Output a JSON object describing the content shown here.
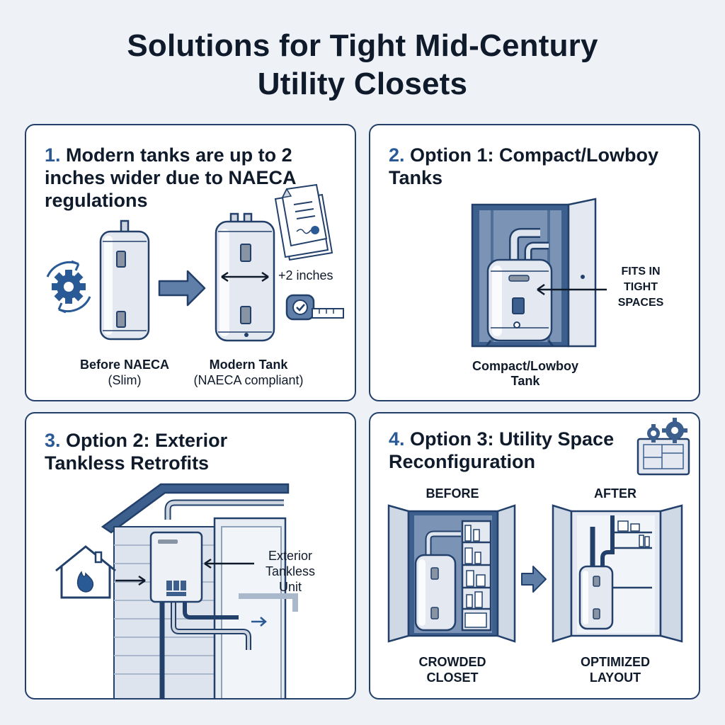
{
  "title": {
    "line1": "Solutions for Tight Mid-Century",
    "line2": "Utility Closets"
  },
  "panels": [
    {
      "number": "1.",
      "heading_lines": [
        "Modern tanks are up to 2",
        "inches wider due to NAECA",
        "regulations"
      ],
      "before_label": "Before NAECA",
      "before_sub": "(Slim)",
      "after_label": "Modern Tank",
      "after_sub": "(NAECA compliant)",
      "width_callout": "+2 inches"
    },
    {
      "number": "2.",
      "heading_lines": [
        "Option 1: Compact/Lowboy",
        "Tanks"
      ],
      "callout_lines": [
        "FITS IN",
        "TIGHT",
        "SPACES"
      ],
      "tank_label_lines": [
        "Compact/Lowboy",
        "Tank"
      ]
    },
    {
      "number": "3.",
      "heading_lines": [
        "Option 2: Exterior",
        "Tankless Retrofits"
      ],
      "callout_lines": [
        "Exterior",
        "Tankless",
        "Unit"
      ]
    },
    {
      "number": "4.",
      "heading_lines": [
        "Option 3: Utility Space",
        "Reconfiguration"
      ],
      "before_label": "BEFORE",
      "after_label": "AFTER",
      "before_caption_lines": [
        "CROWDED",
        "CLOSET"
      ],
      "after_caption_lines": [
        "OPTIMIZED",
        "LAYOUT"
      ]
    }
  ],
  "colors": {
    "navy": "#22406a",
    "accent": "#2a5a95",
    "tank_fill": "#e4e9f1",
    "closet_fill": "#cfd9e6"
  }
}
